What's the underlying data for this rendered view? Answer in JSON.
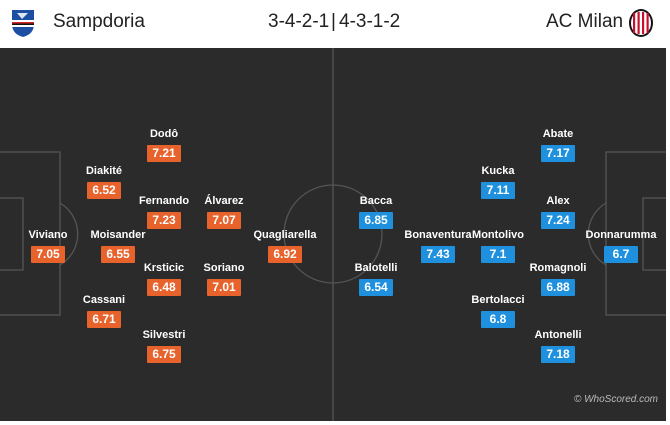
{
  "header": {
    "home_team": "Sampdoria",
    "away_team": "AC Milan",
    "home_formation": "3-4-2-1",
    "separator": "|",
    "away_formation": "4-3-1-2"
  },
  "colors": {
    "home_rating": "#e8622b",
    "away_rating": "#1e90dd",
    "pitch": "#2b2b2b"
  },
  "home_players": [
    {
      "name": "Viviano",
      "rating": "7.05"
    },
    {
      "name": "Diakité",
      "rating": "6.52"
    },
    {
      "name": "Moisander",
      "rating": "6.55"
    },
    {
      "name": "Cassani",
      "rating": "6.71"
    },
    {
      "name": "Dodô",
      "rating": "7.21"
    },
    {
      "name": "Fernando",
      "rating": "7.23"
    },
    {
      "name": "Krsticic",
      "rating": "6.48"
    },
    {
      "name": "Silvestri",
      "rating": "6.75"
    },
    {
      "name": "Álvarez",
      "rating": "7.07"
    },
    {
      "name": "Soriano",
      "rating": "7.01"
    },
    {
      "name": "Quagliarella",
      "rating": "6.92"
    }
  ],
  "away_players": [
    {
      "name": "Bacca",
      "rating": "6.85"
    },
    {
      "name": "Balotelli",
      "rating": "6.54"
    },
    {
      "name": "Bonaventura",
      "rating": "7.43"
    },
    {
      "name": "Kucka",
      "rating": "7.11"
    },
    {
      "name": "Montolivo",
      "rating": "7.1"
    },
    {
      "name": "Bertolacci",
      "rating": "6.8"
    },
    {
      "name": "Abate",
      "rating": "7.17"
    },
    {
      "name": "Alex",
      "rating": "7.24"
    },
    {
      "name": "Romagnoli",
      "rating": "6.88"
    },
    {
      "name": "Antonelli",
      "rating": "7.18"
    },
    {
      "name": "Donnarumma",
      "rating": "6.7"
    }
  ],
  "watermark": "© WhoScored.com"
}
